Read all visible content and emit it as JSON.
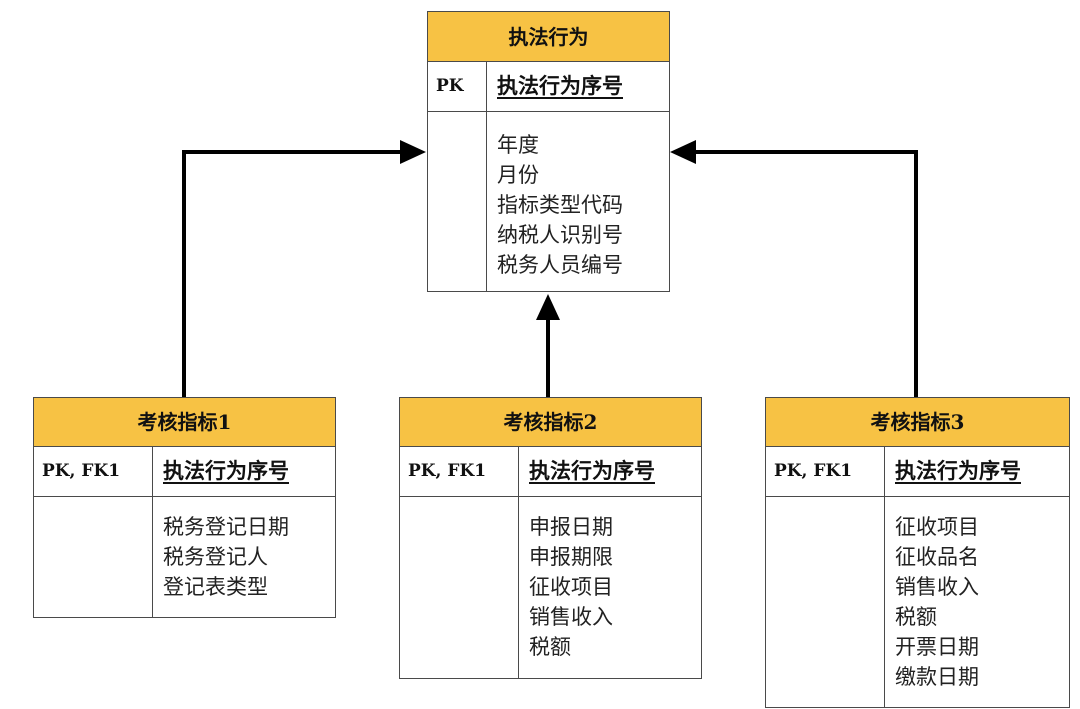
{
  "entities": {
    "top": {
      "title": "执法行为",
      "pk_label": "PK",
      "pk_field": "执法行为序号",
      "attributes": [
        "年度",
        "月份",
        "指标类型代码",
        "纳税人识别号",
        "税务人员编号"
      ]
    },
    "left": {
      "title": "考核指标1",
      "pk_label": "PK, FK1",
      "pk_field": "执法行为序号",
      "attributes": [
        "税务登记日期",
        "税务登记人",
        "登记表类型"
      ]
    },
    "middle": {
      "title": "考核指标2",
      "pk_label": "PK, FK1",
      "pk_field": "执法行为序号",
      "attributes": [
        "申报日期",
        "申报期限",
        "征收项目",
        "销售收入",
        "税额"
      ]
    },
    "right": {
      "title": "考核指标3",
      "pk_label": "PK, FK1",
      "pk_field": "执法行为序号",
      "attributes": [
        "征收项目",
        "征收品名",
        "销售收入",
        "税额",
        "开票日期",
        "缴款日期"
      ]
    }
  },
  "colors": {
    "header": "#f7c244",
    "border": "#4a4a4a",
    "line": "#000000"
  }
}
